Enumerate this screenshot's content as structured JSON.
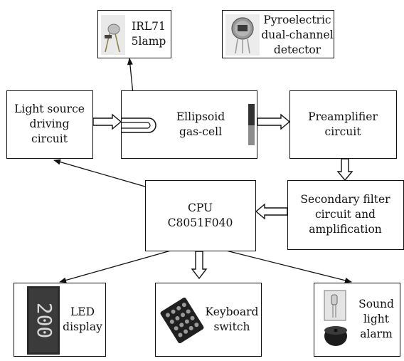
{
  "nodes": {
    "lamp_photo": {
      "label": "IRL71\n5lamp"
    },
    "detector_photo": {
      "label": "Pyroelectric\ndual-channel\ndetector"
    },
    "light_source": {
      "label": "Light source\ndriving\ncircuit"
    },
    "gas_cell": {
      "label": "Ellipsoid\ngas-cell"
    },
    "preamp": {
      "label": "Preamplifier\ncircuit"
    },
    "secondary": {
      "label": "Secondary filter\ncircuit and\namplification"
    },
    "cpu": {
      "label": "CPU\nC8051F040"
    },
    "led": {
      "label": "LED\ndisplay",
      "digits": "200"
    },
    "keyboard": {
      "label": "Keyboard\nswitch"
    },
    "alarm": {
      "label": "Sound\nlight\nalarm"
    }
  },
  "edges": [
    {
      "from": "light_source",
      "to": "gas_cell",
      "style": "hollow-arrow"
    },
    {
      "from": "gas_cell",
      "to": "lamp_photo",
      "style": "thin-arrow"
    },
    {
      "from": "gas_cell",
      "to": "preamp",
      "style": "hollow-arrow"
    },
    {
      "from": "preamp",
      "to": "secondary",
      "style": "hollow-arrow"
    },
    {
      "from": "secondary",
      "to": "cpu",
      "style": "hollow-arrow"
    },
    {
      "from": "cpu",
      "to": "light_source",
      "style": "thin-arrow"
    },
    {
      "from": "cpu",
      "to": "led",
      "style": "thin-arrow"
    },
    {
      "from": "cpu",
      "to": "keyboard",
      "style": "hollow-arrow"
    },
    {
      "from": "cpu",
      "to": "alarm",
      "style": "thin-arrow"
    }
  ]
}
